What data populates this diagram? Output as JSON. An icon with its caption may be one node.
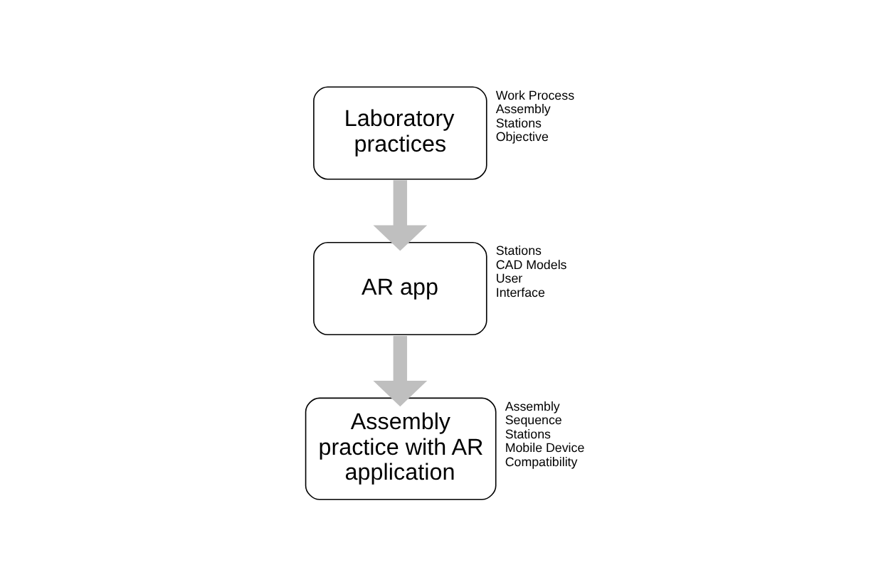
{
  "diagram": {
    "nodes": [
      {
        "text": [
          "Laboratory practices"
        ],
        "beside": [
          "Work Process",
          "Assembly Stations",
          "Objective"
        ]
      },
      {
        "text": [
          "AR app"
        ],
        "beside": [
          "Stations",
          "CAD Models",
          "User Interface"
        ]
      },
      {
        "text": [
          "Assembly practice with AR application"
        ],
        "beside": [
          "Assembly Sequence",
          "Stations",
          "Mobile Device Compatibility"
        ]
      }
    ],
    "edges": [
      {
        "from": 0,
        "to": 1,
        "arrow": "to"
      },
      {
        "from": 1,
        "to": 2,
        "arrow": "to"
      }
    ]
  }
}
